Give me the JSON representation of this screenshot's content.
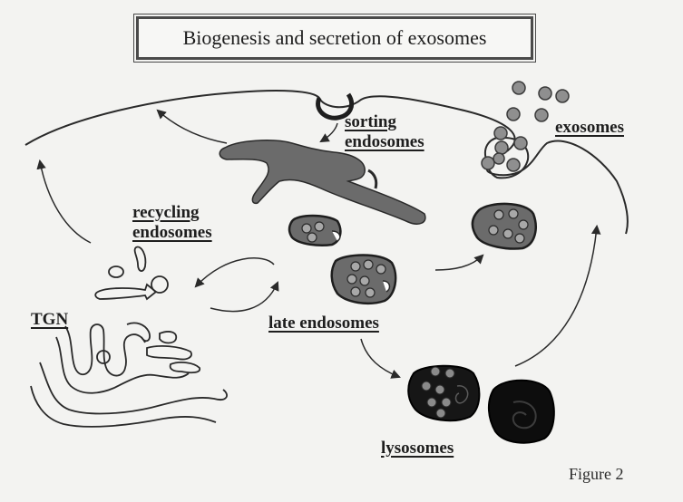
{
  "title": "Biogenesis and secretion of exosomes",
  "labels": {
    "sorting": [
      "sorting",
      "endosomes"
    ],
    "exosomes": "exosomes",
    "recycling": [
      "recycling",
      "endosomes"
    ],
    "tgn": "TGN",
    "late": "late endosomes",
    "lysosomes": "lysosomes"
  },
  "figure_caption": "Figure 2",
  "colors": {
    "background": "#f3f3f1",
    "ink": "#2a2a2a",
    "endosome_gray": "#6b6b6b",
    "vesicle_fill": "#a8a8a8",
    "lysosome_dark": "#141414"
  }
}
